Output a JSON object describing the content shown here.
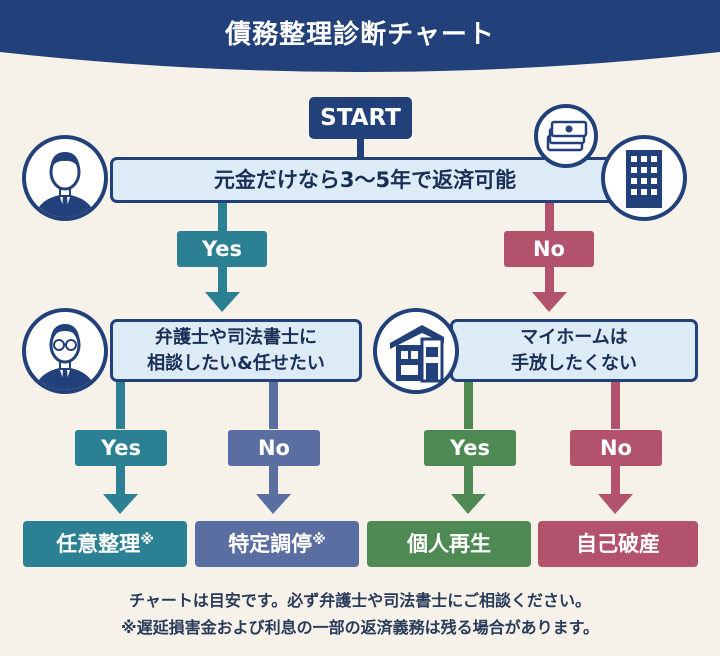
{
  "title": "債務整理診断チャート",
  "start_label": "START",
  "question1": "元金だけなら3〜5年で返済可能",
  "question2": [
    "弁護士や司法書士に",
    "相談したい&任せたい"
  ],
  "question3": [
    "マイホームは",
    "手放したくない"
  ],
  "labels": {
    "q1_yes": "Yes",
    "q1_no": "No",
    "q2_yes": "Yes",
    "q2_no": "No",
    "q3_yes": "Yes",
    "q3_no": "No"
  },
  "results": [
    {
      "label": "任意整理",
      "mark": "※",
      "color": "#2b8093"
    },
    {
      "label": "特定調停",
      "mark": "※",
      "color": "#5b6ea2"
    },
    {
      "label": "個人再生",
      "mark": "",
      "color": "#4f8a55"
    },
    {
      "label": "自己破産",
      "mark": "",
      "color": "#b3526d"
    }
  ],
  "notes": [
    "チャートは目安です。必ず弁護士や司法書士にご相談ください。",
    "※遅延損害金および利息の一部の返済義務は残る場合があります。"
  ],
  "colors": {
    "navy": "#22407a",
    "teal": "#2b8093",
    "pink": "#b3526d",
    "slate": "#5b6ea2",
    "green": "#4f8a55",
    "box_fill": "#dcebf6",
    "background": "#f6f2e9"
  },
  "icons": [
    "businessman-icon",
    "money-bills-icon",
    "office-building-icon",
    "glasses-man-icon",
    "house-icon"
  ]
}
